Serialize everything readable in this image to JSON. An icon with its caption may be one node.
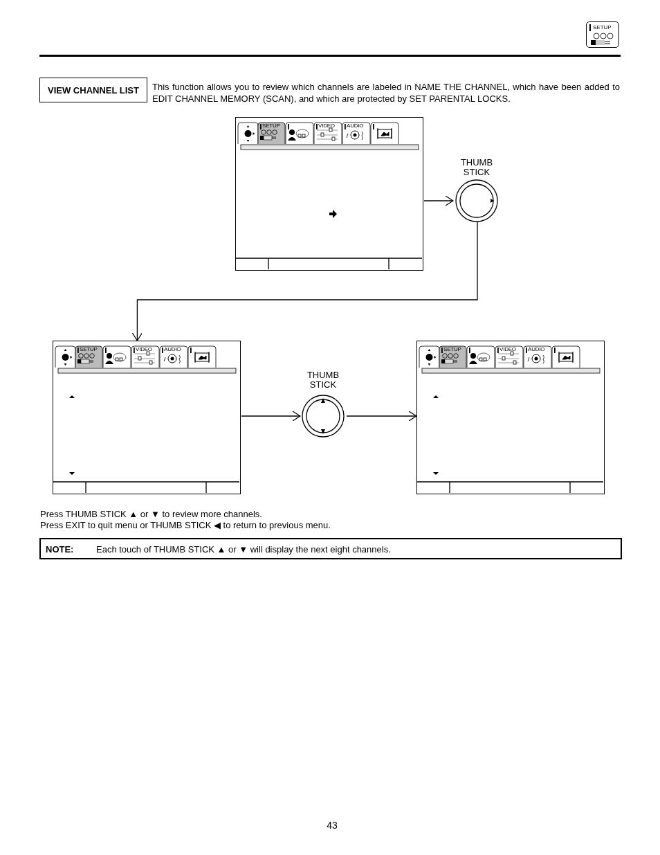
{
  "diagram": {
    "nodes": [
      {
        "text": [
          "VIEW CHANNEL LIST"
        ]
      },
      {
        "text": [
          "SETUP",
          "VIDEO",
          "AUDIO"
        ]
      },
      {
        "text": [
          "THUMB STICK"
        ]
      },
      {
        "text": [
          "SETUP",
          "VIDEO",
          "AUDIO"
        ]
      },
      {
        "text": [
          "THUMB STICK"
        ]
      },
      {
        "text": [
          "SETUP",
          "VIDEO",
          "AUDIO"
        ]
      },
      {
        "text": [
          "NOTE:",
          "Each touch of THUMB STICK ▲ or ▼ will display the next eight channels."
        ]
      }
    ],
    "edges": [
      {
        "from": 1,
        "to": 2,
        "arrow": "to"
      },
      {
        "from": 2,
        "to": 3,
        "arrow": "to"
      },
      {
        "from": 3,
        "to": 4,
        "arrow": "to"
      },
      {
        "from": 4,
        "to": 5,
        "arrow": "to"
      }
    ],
    "labels": [
      "SETUP",
      "This function allows you to review which channels are labeled in NAME THE CHANNEL, which have been added to EDIT CHANNEL MEMORY (SCAN), and which are protected by SET PARENTAL LOCKS.",
      "Press THUMB STICK ▲ or ▼ to review more channels.",
      "Press EXIT to quit menu or THUMB STICK ◀ to return to previous menu.",
      "43"
    ]
  }
}
